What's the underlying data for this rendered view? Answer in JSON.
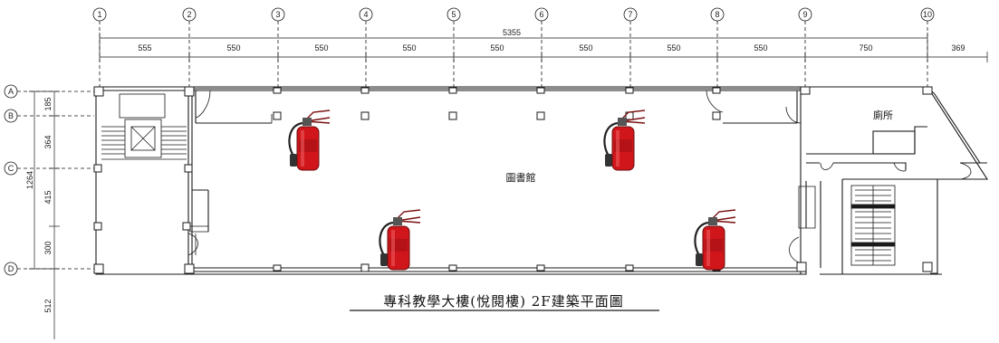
{
  "drawing": {
    "title": "專科教學大樓(悅閱樓) 2F建築平面圖",
    "rooms": {
      "library": "圖書館",
      "restroom": "廁所"
    },
    "column_grid": [
      "1",
      "2",
      "3",
      "4",
      "5",
      "6",
      "7",
      "8",
      "9",
      "10"
    ],
    "row_grid": [
      "A",
      "B",
      "C",
      "D"
    ],
    "top_total_dimension": "5355",
    "top_dimensions": [
      "555",
      "550",
      "550",
      "550",
      "550",
      "550",
      "550",
      "550",
      "750",
      "369"
    ],
    "left_total_dimension": "1264",
    "left_dimensions": [
      "185",
      "364",
      "415",
      "300",
      "512"
    ]
  },
  "legend": {
    "marker_icon": "fire-extinguisher-icon",
    "marker_color": "#d0161b",
    "extinguisher_count": 4
  },
  "colors": {
    "lines": "#1a1a1a",
    "extinguisher_red": "#d0161b"
  }
}
